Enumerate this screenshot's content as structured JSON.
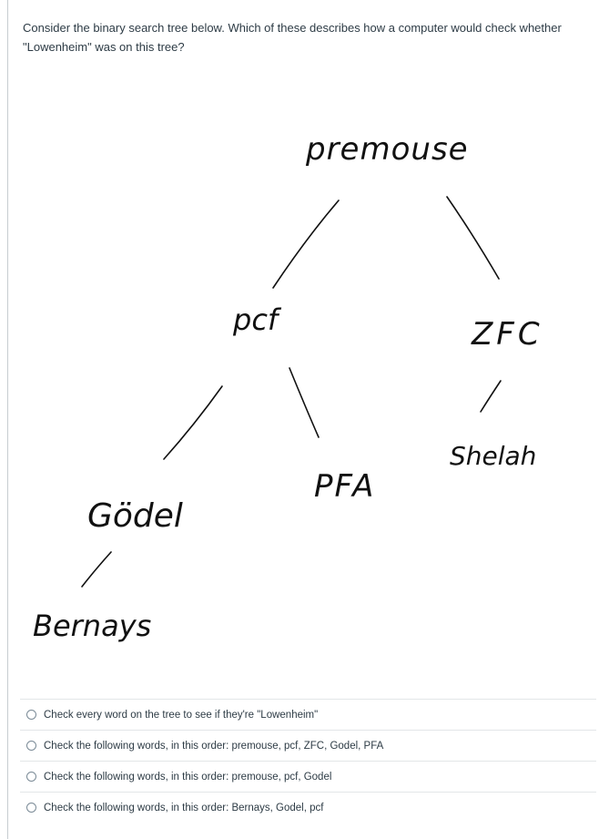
{
  "question": {
    "text": "Consider the binary search tree below. Which of these describes how a computer would check whether \"Lowenheim\" was on this tree?"
  },
  "tree": {
    "root": "premouse",
    "nodes": {
      "pcf": "pcf",
      "zfc": "ZFC",
      "godel": "Gödel",
      "pfa": "PFA",
      "shelah": "Shelah",
      "bernays": "Bernays"
    }
  },
  "answers": [
    {
      "label": "Check every word on the tree to see if they're \"Lowenheim\""
    },
    {
      "label": "Check the following words, in this order: premouse, pcf, ZFC, Godel, PFA"
    },
    {
      "label": "Check the following words, in this order: premouse, pcf, Godel"
    },
    {
      "label": "Check the following words, in this order: Bernays, Godel, pcf"
    }
  ]
}
